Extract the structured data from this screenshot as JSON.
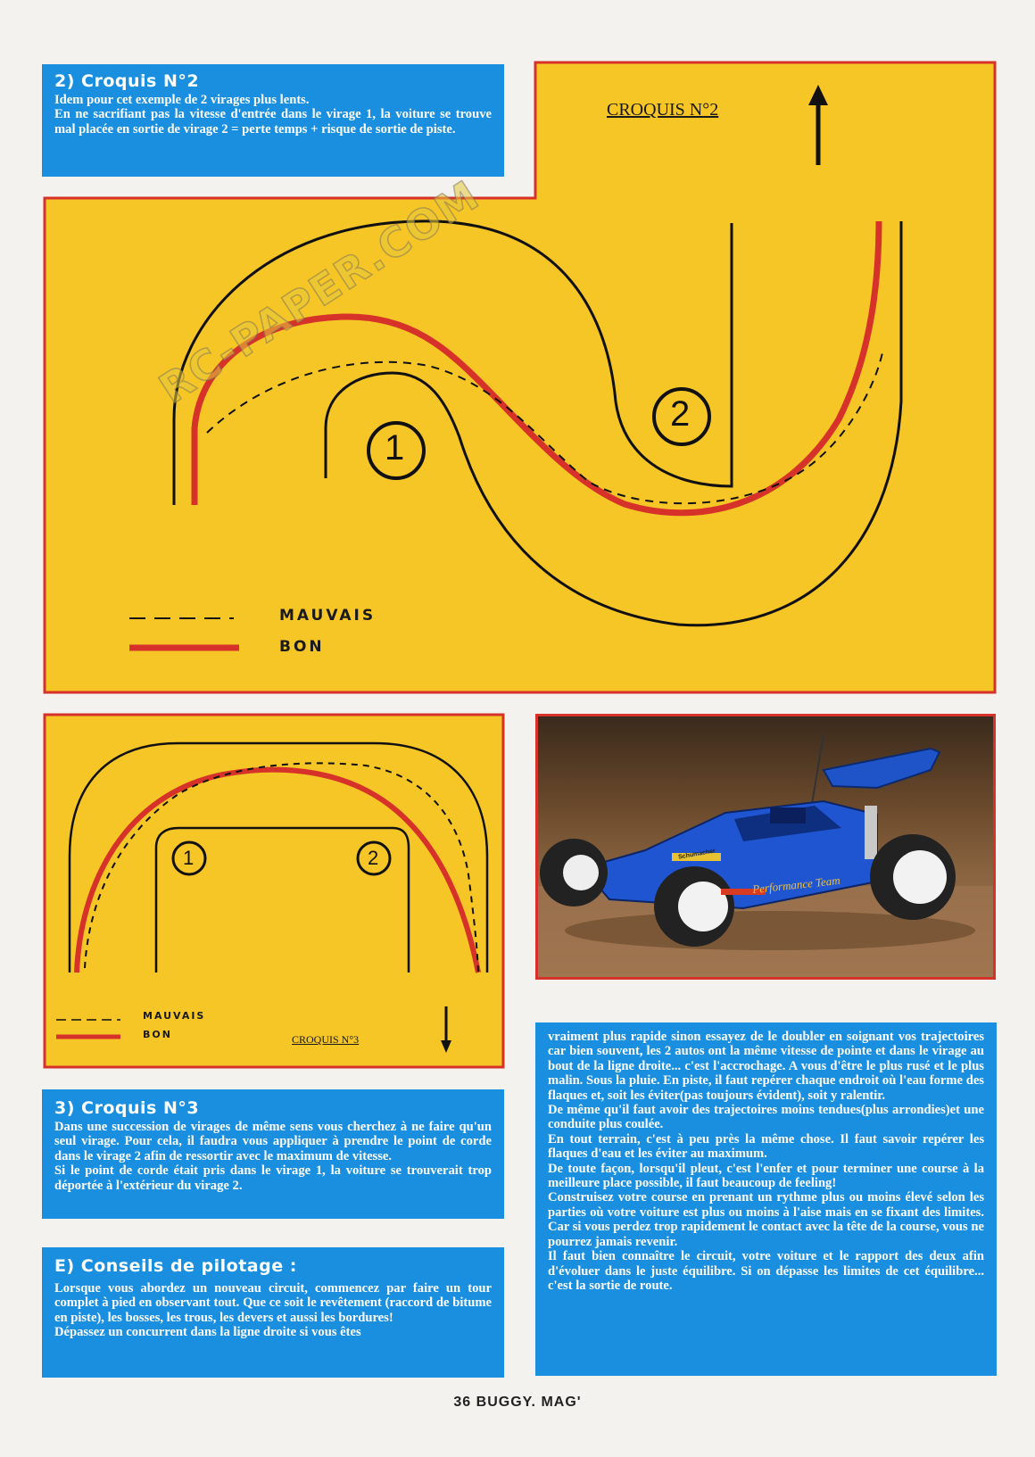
{
  "section2": {
    "title": "2) Croquis N°2",
    "paragraphs": [
      "Idem pour cet exemple de 2 virages plus lents.",
      "En ne sacrifiant pas la vitesse d'entrée dans le virage 1, la voiture se trouve mal placée en sortie de virage 2 = perte temps + risque de sortie de piste."
    ]
  },
  "diagram2": {
    "label": "CROQUIS N°2",
    "turn1": "1",
    "turn2": "2",
    "legend_bad": "MAUVAIS",
    "legend_good": "BON"
  },
  "diagram3": {
    "label": "CROQUIS N°3",
    "turn1": "1",
    "turn2": "2",
    "legend_bad": "MAUVAIS",
    "legend_good": "BON"
  },
  "section3": {
    "title": "3) Croquis N°3",
    "paragraphs": [
      "Dans une succession de virages de même sens vous cherchez à ne faire qu'un seul virage. Pour cela, il faudra vous appliquer à prendre le point de corde dans le virage 2 afin de ressortir avec le maximum de vitesse.",
      "Si le point de corde était pris dans le virage 1, la voiture se trouverait trop déportée à l'extérieur du virage 2."
    ]
  },
  "sectionE": {
    "title": "E) Conseils de pilotage :",
    "paragraphs": [
      "Lorsque vous abordez un nouveau circuit, commencez par faire un tour complet à pied en observant tout. Que ce soit le revêtement (raccord de bitume en piste), les bosses, les trous, les devers et aussi les bordures!",
      "Dépassez un concurrent dans la ligne droite si vous êtes"
    ]
  },
  "continuation": {
    "paragraphs": [
      "vraiment plus rapide sinon essayez de le doubler en soignant vos trajectoires car bien souvent, les 2 autos ont la même vitesse de pointe et dans le virage au bout de la ligne droite... c'est l'accrochage. A vous d'être le plus rusé et le plus malin. Sous la pluie. En piste, il faut repérer chaque endroit où l'eau forme des flaques et, soit les éviter(pas toujours évident), soit y ralentir.",
      "De même qu'il faut avoir des trajectoires moins tendues(plus arrondies)et une conduite plus coulée.",
      "En tout terrain, c'est à peu près la même chose. Il faut savoir repérer les flaques d'eau et les éviter au maximum.",
      "De toute façon, lorsqu'il pleut, c'est l'enfer et pour terminer une course à la meilleure place possible, il faut beaucoup de feeling!",
      "Construisez votre course en prenant un rythme plus ou moins élevé selon les parties où votre voiture est plus ou moins à l'aise mais en se fixant des limites. Car si vous perdez trop rapidement le contact avec la tête de la course, vous ne pourrez jamais revenir.",
      "Il faut bien connaître le circuit, votre voiture et le rapport des deux afin d'évoluer dans le juste équilibre. Si on dépasse les limites de cet équilibre... c'est la sortie de route."
    ]
  },
  "photo": {
    "car_text": "Performance Team",
    "sponsor": "Schumacher"
  },
  "footer": "36 BUGGY. MAG'",
  "watermark": "RC-PAPER.COM",
  "colors": {
    "blue": "#1a8fe0",
    "yellow": "#f6c526",
    "red": "#d6322a"
  }
}
